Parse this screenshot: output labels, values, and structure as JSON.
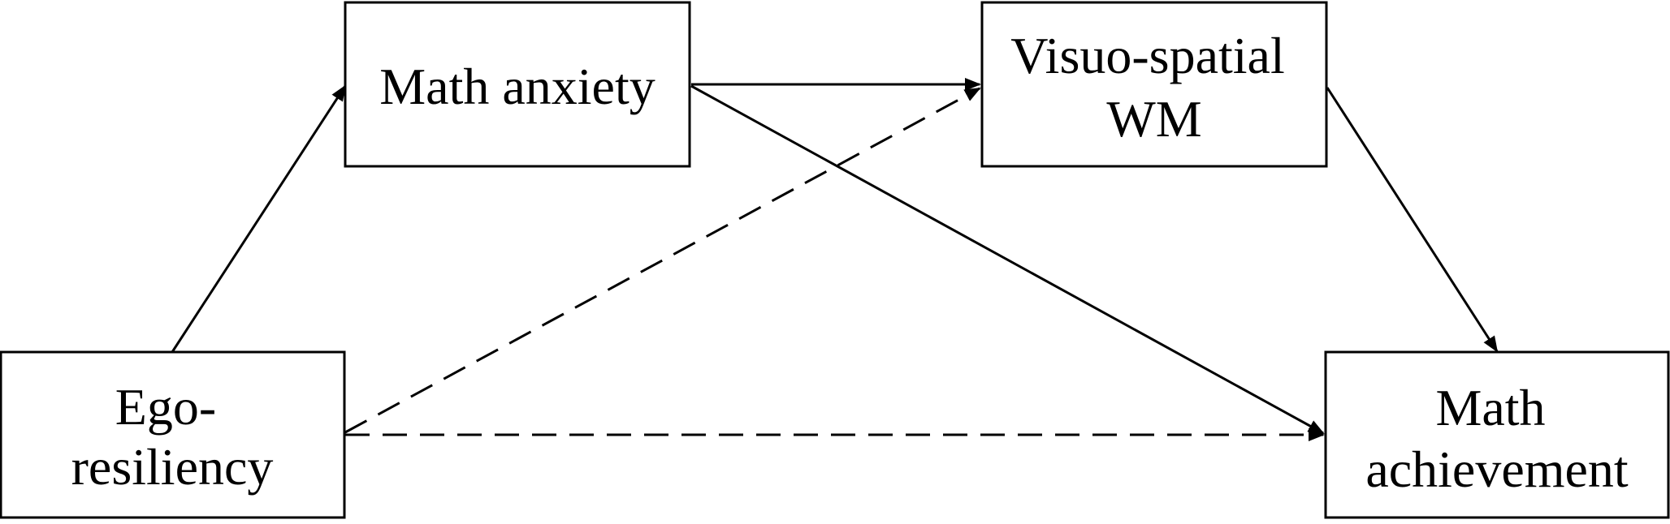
{
  "diagram": {
    "colors": {
      "stroke": "#000000",
      "background": "#ffffff"
    },
    "nodes": {
      "ego_resiliency": {
        "lines": [
          "Ego-",
          "resiliency"
        ]
      },
      "math_anxiety": {
        "lines": [
          "Math anxiety"
        ]
      },
      "visuo_spatial_wm": {
        "lines": [
          "Visuo-spatial",
          "WM"
        ]
      },
      "math_achievement": {
        "lines": [
          "Math",
          "achievement"
        ]
      }
    },
    "edges": [
      {
        "from": "Ego-resiliency",
        "to": "Math anxiety",
        "style": "solid"
      },
      {
        "from": "Math anxiety",
        "to": "Visuo-spatial WM",
        "style": "solid"
      },
      {
        "from": "Math anxiety",
        "to": "Math achievement",
        "style": "solid"
      },
      {
        "from": "Visuo-spatial WM",
        "to": "Math achievement",
        "style": "solid"
      },
      {
        "from": "Ego-resiliency",
        "to": "Visuo-spatial WM",
        "style": "dashed"
      },
      {
        "from": "Ego-resiliency",
        "to": "Math achievement",
        "style": "dashed"
      }
    ]
  }
}
